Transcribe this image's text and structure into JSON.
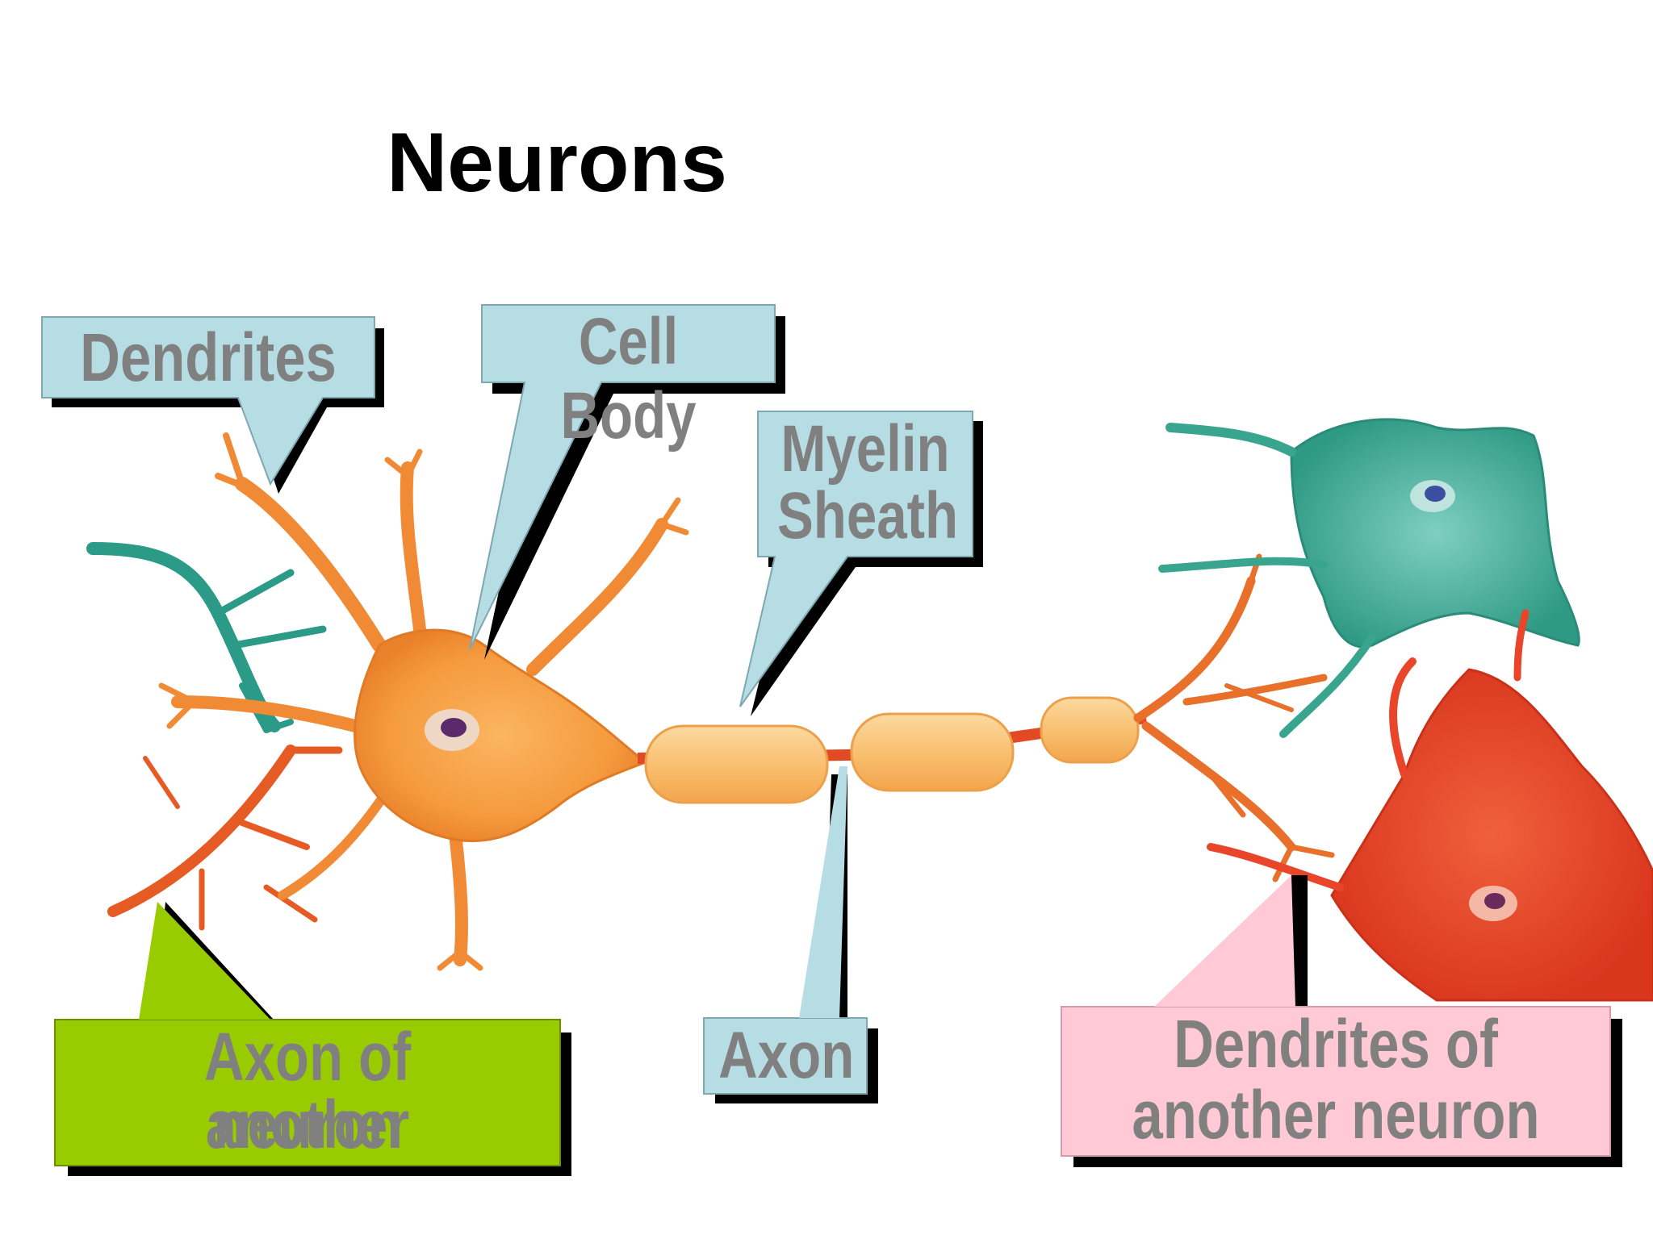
{
  "title": "Neurons",
  "labels": {
    "dendrites": "Dendrites",
    "cell_body": "Cell Body",
    "myelin_sheath_line1": "Myelin",
    "myelin_sheath_line2": "Sheath",
    "axon": "Axon",
    "axon_of_another_line1": "Axon of another",
    "axon_of_another_line2": "neuron",
    "dendrites_of_another_line1": "Dendrites of",
    "dendrites_of_another_line2": "another neuron"
  },
  "colors": {
    "callout_blue": "#b7dde4",
    "callout_green": "#99cc00",
    "callout_pink": "#ffc9d6",
    "label_text": "#808080",
    "neuron_orange": "#f7a24a",
    "neuron_teal": "#3aa58f",
    "neuron_red": "#e8452a",
    "myelin": "#fbc67a"
  }
}
